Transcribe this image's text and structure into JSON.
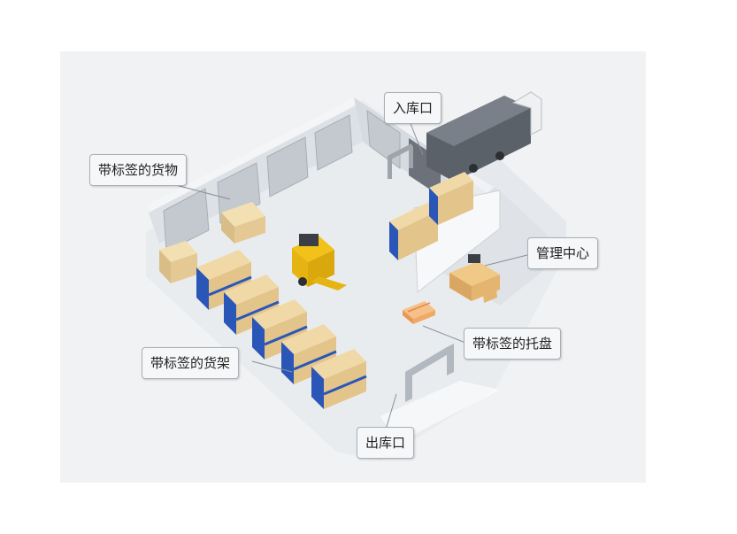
{
  "labels": {
    "inbound": "入库口",
    "tagged_goods": "带标签的货物",
    "management_center": "管理中心",
    "tagged_pallet": "带标签的托盘",
    "tagged_shelves": "带标签的货架",
    "outbound": "出库口"
  },
  "colors": {
    "background_panel": "#f0f2f4",
    "floor": "#eef0f3",
    "wall": "#e4e7eb",
    "shelf_frame": "#2a56b8",
    "box": "#e7cf9a",
    "forklift": "#f2c21b",
    "desk": "#eac27a",
    "pallet": "#f2a860",
    "truck": "#5d636b"
  }
}
